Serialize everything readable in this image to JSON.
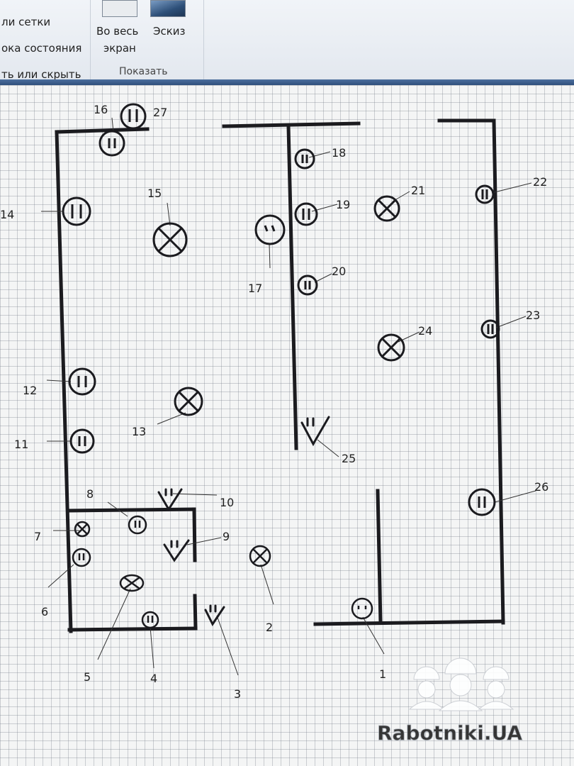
{
  "ribbon": {
    "row1": "ли сетки",
    "row2": "ока состояния",
    "row3": "ть или скрыть",
    "btn_fullscreen_line1": "Во весь",
    "btn_fullscreen_line2": "экран",
    "btn_sketch": "Эскиз",
    "group_show": "Показать"
  },
  "plan": {
    "labels": {
      "n1": "1",
      "n2": "2",
      "n3": "3",
      "n4": "4",
      "n5": "5",
      "n6": "6",
      "n7": "7",
      "n8": "8",
      "n9": "9",
      "n10": "10",
      "n11": "11",
      "n12": "12",
      "n13": "13",
      "n14": "14",
      "n15": "15",
      "n16": "16",
      "n17": "17",
      "n18": "18",
      "n19": "19",
      "n20": "20",
      "n21": "21",
      "n22": "22",
      "n23": "23",
      "n24": "24",
      "n25": "25",
      "n26": "26",
      "n27": "27"
    }
  },
  "watermark": {
    "text": "Rabotniki.UA"
  }
}
